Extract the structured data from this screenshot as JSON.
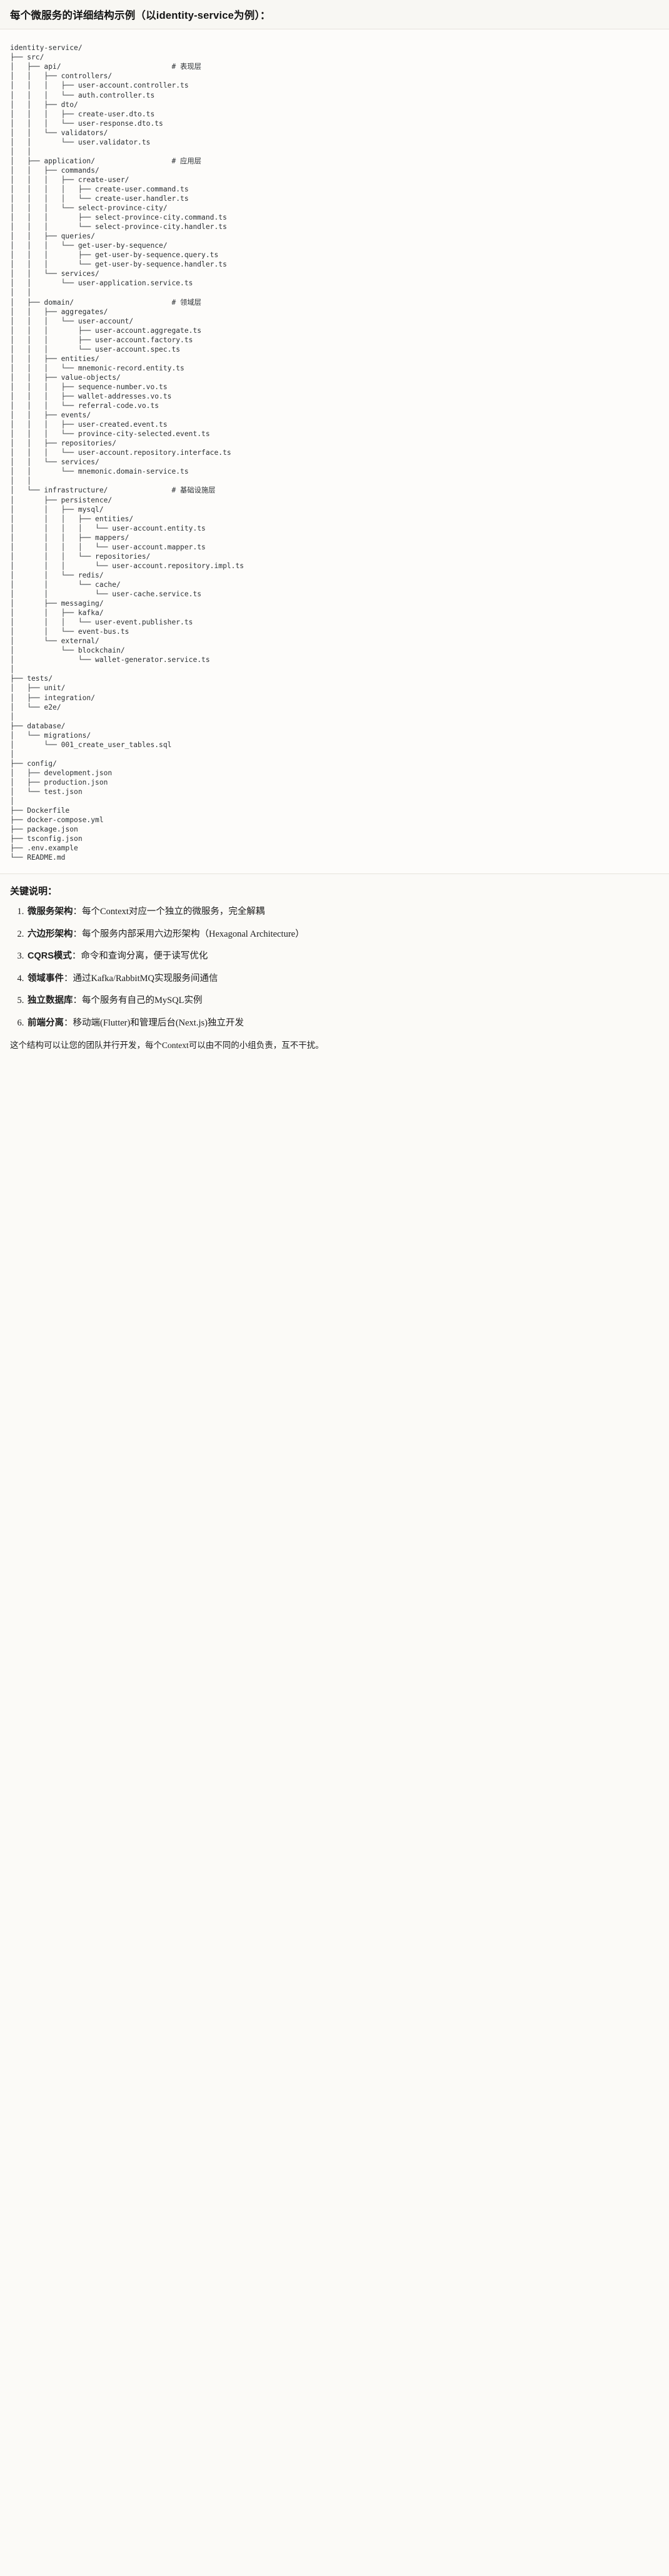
{
  "document": {
    "title": "每个微服务的详细结构示例（以identity-service为例）："
  },
  "tree": {
    "language": "text",
    "root": "identity-service/",
    "comments": {
      "api": "# 表现层",
      "application": "# 应用层",
      "domain": "# 领域层",
      "infrastructure": "# 基础设施层"
    },
    "text": "identity-service/\n├── src/\n│   ├── api/                          # 表现层\n│   │   ├── controllers/\n│   │   │   ├── user-account.controller.ts\n│   │   │   └── auth.controller.ts\n│   │   ├── dto/\n│   │   │   ├── create-user.dto.ts\n│   │   │   └── user-response.dto.ts\n│   │   └── validators/\n│   │       └── user.validator.ts\n│   │\n│   ├── application/                  # 应用层\n│   │   ├── commands/\n│   │   │   ├── create-user/\n│   │   │   │   ├── create-user.command.ts\n│   │   │   │   └── create-user.handler.ts\n│   │   │   └── select-province-city/\n│   │   │       ├── select-province-city.command.ts\n│   │   │       └── select-province-city.handler.ts\n│   │   ├── queries/\n│   │   │   └── get-user-by-sequence/\n│   │   │       ├── get-user-by-sequence.query.ts\n│   │   │       └── get-user-by-sequence.handler.ts\n│   │   └── services/\n│   │       └── user-application.service.ts\n│   │\n│   ├── domain/                       # 领域层\n│   │   ├── aggregates/\n│   │   │   └── user-account/\n│   │   │       ├── user-account.aggregate.ts\n│   │   │       ├── user-account.factory.ts\n│   │   │       └── user-account.spec.ts\n│   │   ├── entities/\n│   │   │   └── mnemonic-record.entity.ts\n│   │   ├── value-objects/\n│   │   │   ├── sequence-number.vo.ts\n│   │   │   ├── wallet-addresses.vo.ts\n│   │   │   └── referral-code.vo.ts\n│   │   ├── events/\n│   │   │   ├── user-created.event.ts\n│   │   │   └── province-city-selected.event.ts\n│   │   ├── repositories/\n│   │   │   └── user-account.repository.interface.ts\n│   │   └── services/\n│   │       └── mnemonic.domain-service.ts\n│   │\n│   └── infrastructure/               # 基础设施层\n│       ├── persistence/\n│       │   ├── mysql/\n│       │   │   ├── entities/\n│       │   │   │   └── user-account.entity.ts\n│       │   │   ├── mappers/\n│       │   │   │   └── user-account.mapper.ts\n│       │   │   └── repositories/\n│       │   │       └── user-account.repository.impl.ts\n│       │   └── redis/\n│       │       └── cache/\n│       │           └── user-cache.service.ts\n│       ├── messaging/\n│       │   ├── kafka/\n│       │   │   └── user-event.publisher.ts\n│       │   └── event-bus.ts\n│       └── external/\n│           └── blockchain/\n│               └── wallet-generator.service.ts\n│\n├── tests/\n│   ├── unit/\n│   ├── integration/\n│   └── e2e/\n│\n├── database/\n│   └── migrations/\n│       └── 001_create_user_tables.sql\n│\n├── config/\n│   ├── development.json\n│   ├── production.json\n│   └── test.json\n│\n├── Dockerfile\n├── docker-compose.yml\n├── package.json\n├── tsconfig.json\n├── .env.example\n└── README.md"
  },
  "notes": {
    "heading": "关键说明：",
    "items": [
      {
        "term": "微服务架构",
        "sep": "：",
        "desc": "每个Context对应一个独立的微服务，完全解耦"
      },
      {
        "term": "六边形架构",
        "sep": "：",
        "desc": "每个服务内部采用六边形架构（Hexagonal Architecture）"
      },
      {
        "term": "CQRS模式",
        "sep": "：",
        "desc": "命令和查询分离，便于读写优化"
      },
      {
        "term": "领域事件",
        "sep": "：",
        "desc": "通过Kafka/RabbitMQ实现服务间通信"
      },
      {
        "term": "独立数据库",
        "sep": "：",
        "desc": "每个服务有自己的MySQL实例"
      },
      {
        "term": "前端分离",
        "sep": "：",
        "desc": "移动端(Flutter)和管理后台(Next.js)独立开发"
      }
    ],
    "closing": "这个结构可以让您的团队并行开发，每个Context可以由不同的小组负责，互不干扰。"
  }
}
